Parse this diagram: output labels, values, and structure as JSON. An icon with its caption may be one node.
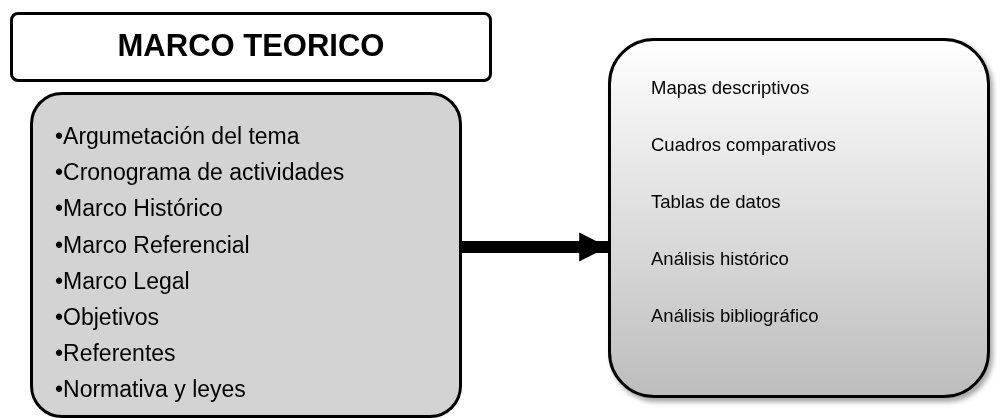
{
  "diagram": {
    "nodes": [
      {
        "text": [
          "MARCO TEORICO"
        ]
      },
      {
        "text": [
          "•Argumetación del tema",
          "•Cronograma de actividades",
          "•Marco Histórico",
          "•Marco Referencial",
          "•Marco Legal",
          "•Objetivos",
          "•Referentes",
          "•Normativa y leyes"
        ]
      },
      {
        "text": [
          "Mapas descriptivos",
          "Cuadros comparativos",
          "Tablas de datos",
          "Análisis histórico",
          "Análisis bibliográfico"
        ]
      }
    ],
    "edges": [
      {
        "from": 1,
        "to": 2,
        "arrow": "to"
      }
    ]
  }
}
